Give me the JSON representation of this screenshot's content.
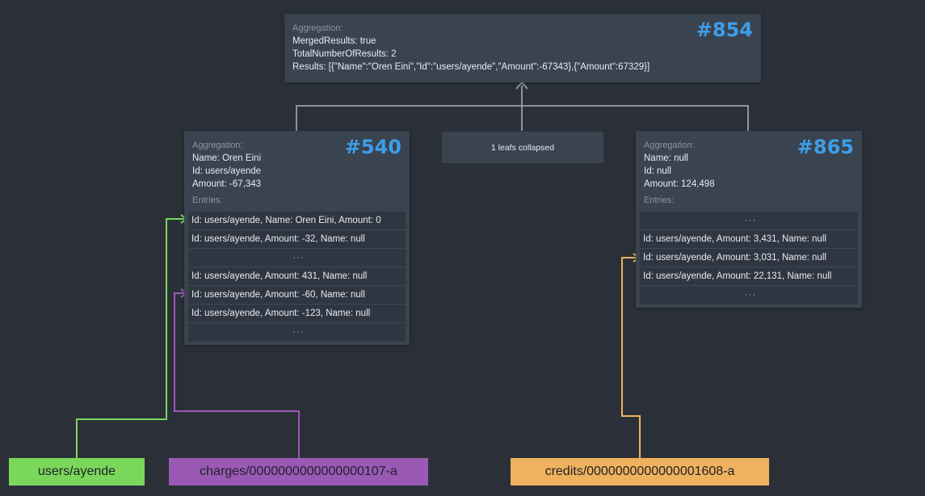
{
  "colors": {
    "background": "#2b3038",
    "node": "#3a4350",
    "accent": "#3d9ee8",
    "green": "#7ad75c",
    "purple": "#9b59b6",
    "orange": "#f0b25e",
    "connector": "#8a94a3"
  },
  "root": {
    "heading": "Aggregation:",
    "number": "#854",
    "lines": [
      "MergedResults: true",
      "TotalNumberOfResults: 2",
      "Results: [{\"Name\":\"Oren Eini\",\"Id\":\"users/ayende\",\"Amount\":-67343},{\"Amount\":67329}]"
    ]
  },
  "left": {
    "heading": "Aggregation:",
    "number": "#540",
    "lines": [
      "Name: Oren Eini",
      "Id: users/ayende",
      "Amount: -67,343"
    ],
    "entries_label": "Entries:",
    "entries": [
      "Id: users/ayende, Name: Oren Eini, Amount: 0",
      "Id: users/ayende, Amount: -32, Name: null",
      "···",
      "Id: users/ayende, Amount: 431, Name: null",
      "Id: users/ayende, Amount: -60, Name: null",
      "Id: users/ayende, Amount: -123, Name: null",
      "···"
    ]
  },
  "collapsed": {
    "label": "1 leafs collapsed"
  },
  "right": {
    "heading": "Aggregation:",
    "number": "#865",
    "lines": [
      "Name: null",
      "Id: null",
      "Amount: 124,498"
    ],
    "entries_label": "Entries:",
    "entries": [
      "···",
      "Id: users/ayende, Amount: 3,431, Name: null",
      "Id: users/ayende, Amount: 3,031, Name: null",
      "Id: users/ayende, Amount: 22,131, Name: null",
      "···"
    ]
  },
  "docs": {
    "users": "users/ayende",
    "charges": "charges/0000000000000000107-a",
    "credits": "credits/0000000000000001608-a"
  }
}
